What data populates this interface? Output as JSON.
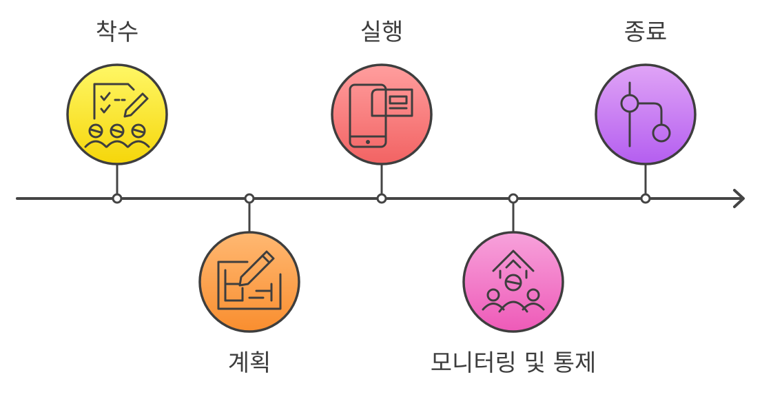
{
  "stages": [
    {
      "label": "착수",
      "icon": "team-checklist-icon",
      "fill_top": "#fff766",
      "fill_bottom": "#f5d60a"
    },
    {
      "label": "계획",
      "icon": "plan-drafting-icon",
      "fill_top": "#ffb872",
      "fill_bottom": "#f98e2f"
    },
    {
      "label": "실행",
      "icon": "mobile-document-icon",
      "fill_top": "#ff9e9e",
      "fill_bottom": "#f26363"
    },
    {
      "label": "모니터링 및 통제",
      "icon": "team-growth-icon",
      "fill_top": "#f7a2db",
      "fill_bottom": "#ee5ab8"
    },
    {
      "label": "종료",
      "icon": "branch-path-icon",
      "fill_top": "#e0a4f6",
      "fill_bottom": "#b45ef0"
    }
  ],
  "colors": {
    "line": "#444444",
    "stroke": "#3e3e3e",
    "label": "#3d3d3d"
  }
}
